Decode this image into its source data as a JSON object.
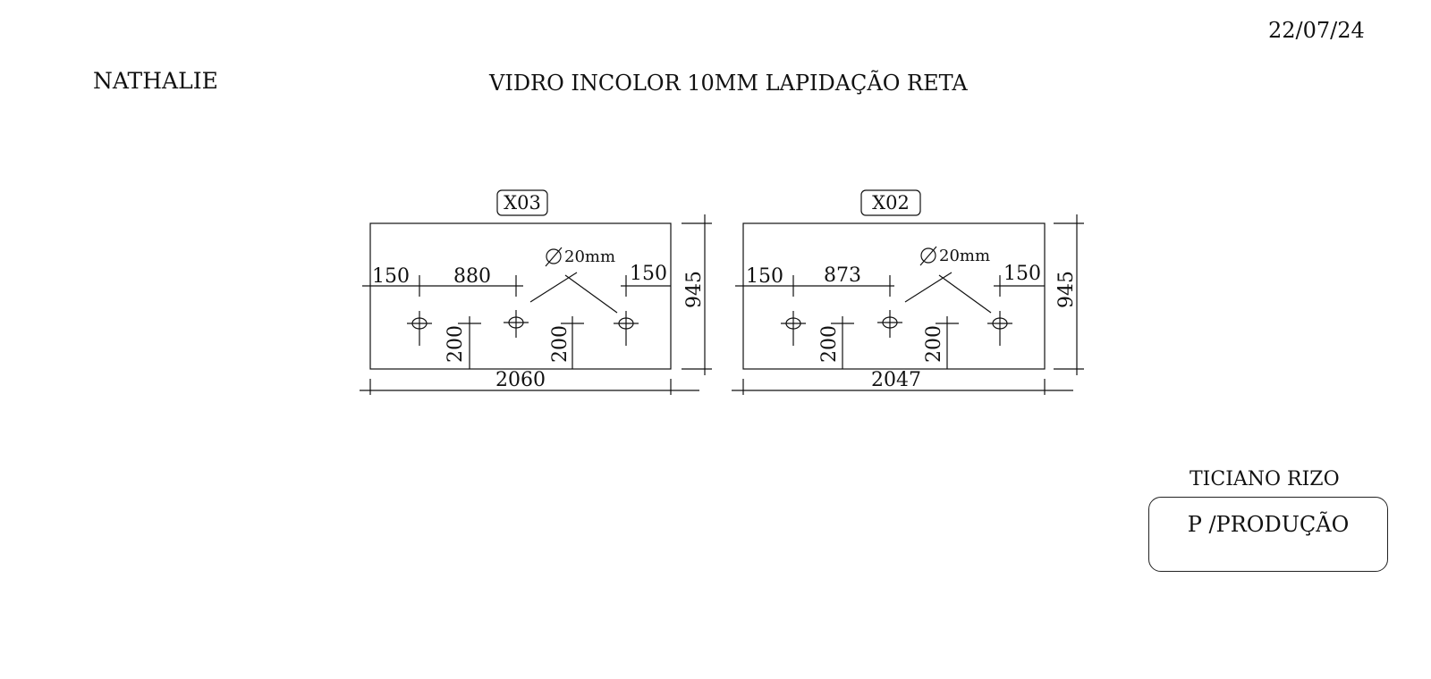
{
  "header": {
    "date": "22/07/24",
    "client": "NATHALIE",
    "title": "VIDRO INCOLOR  10MM  LAPIDAÇÃO RETA"
  },
  "panels": [
    {
      "tag": "X03",
      "width": "2060",
      "height": "945",
      "edge_left": "150",
      "hole_spacing": "880",
      "edge_right": "150",
      "hole_diameter": "20mm",
      "vertical_left": "200",
      "vertical_right": "200"
    },
    {
      "tag": "X02",
      "width": "2047",
      "height": "945",
      "edge_left": "150",
      "hole_spacing": "873",
      "edge_right": "150",
      "hole_diameter": "20mm",
      "vertical_left": "200",
      "vertical_right": "200"
    }
  ],
  "footer": {
    "signer": "TICIANO RIZO",
    "stamp_label": "P /PRODUÇÃO"
  }
}
